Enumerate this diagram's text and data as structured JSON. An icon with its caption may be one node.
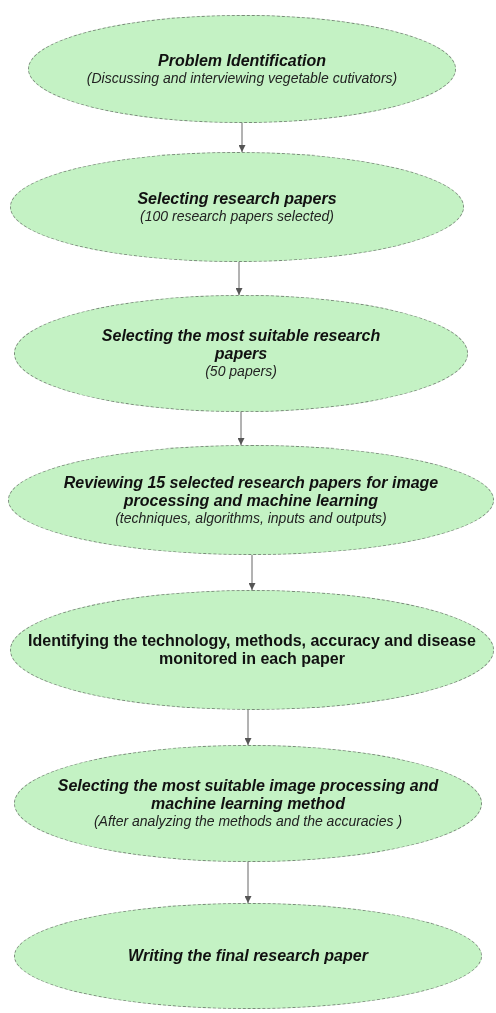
{
  "diagram": {
    "nodes": [
      {
        "text": [
          "Problem Identification",
          "(Discussing and interviewing vegetable cutivators)"
        ]
      },
      {
        "text": [
          "Selecting research papers",
          "(100 research papers selected)"
        ]
      },
      {
        "text": [
          "Selecting the most suitable research papers",
          "(50 papers)"
        ]
      },
      {
        "text": [
          "Reviewing 15 selected research papers for image processing and machine learning",
          "(techniques, algorithms, inputs and outputs)"
        ]
      },
      {
        "text": [
          "Identifying the technology, methods, accuracy and disease monitored in each paper"
        ]
      },
      {
        "text": [
          "Selecting the most suitable image processing and machine learning method",
          "(After analyzing the methods and the accuracies )"
        ]
      },
      {
        "text": [
          "Writing the final research paper"
        ]
      }
    ],
    "edges": [
      {
        "from": 0,
        "to": 1,
        "arrow": "to"
      },
      {
        "from": 1,
        "to": 2,
        "arrow": "to"
      },
      {
        "from": 2,
        "to": 3,
        "arrow": "to"
      },
      {
        "from": 3,
        "to": 4,
        "arrow": "to"
      },
      {
        "from": 4,
        "to": 5,
        "arrow": "to"
      },
      {
        "from": 5,
        "to": 6,
        "arrow": "to"
      }
    ]
  }
}
